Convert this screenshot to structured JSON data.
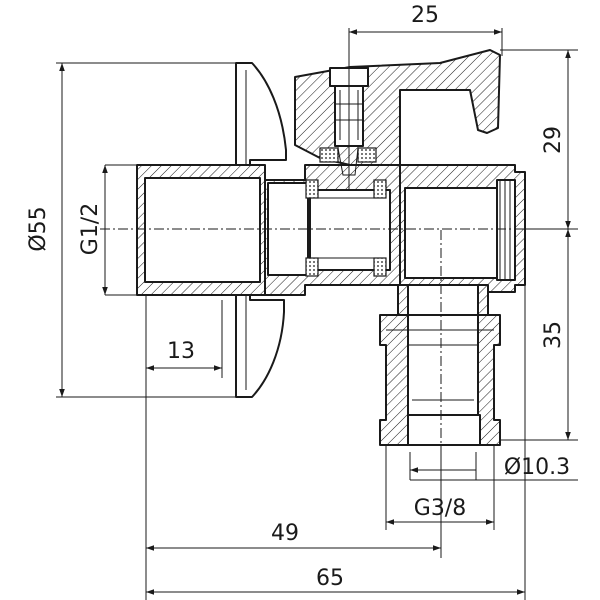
{
  "dimensions": {
    "top_width": "25",
    "handle_height": "29",
    "outer_diameter": "Ø55",
    "inlet_thread": "G1/2",
    "thread_length": "13",
    "outlet_height": "35",
    "outlet_bore": "Ø10.3",
    "outlet_thread": "G3/8",
    "inlet_to_outlet": "49",
    "overall_length": "65"
  }
}
